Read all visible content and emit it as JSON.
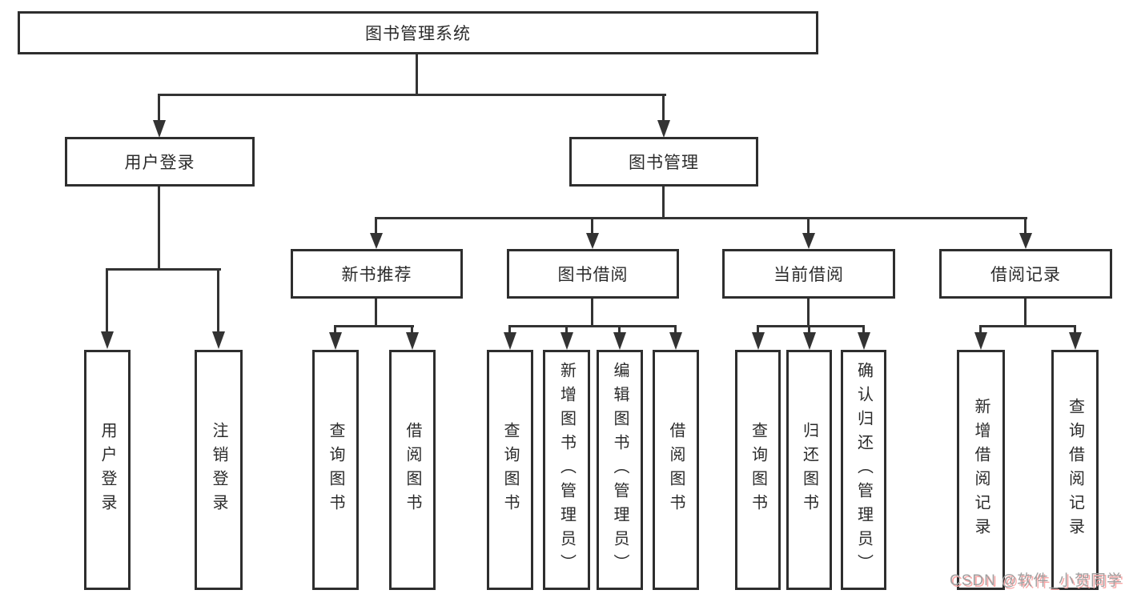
{
  "diagram": {
    "root": "图书管理系统",
    "level2": {
      "user_login": "用户登录",
      "book_management": "图书管理"
    },
    "level3": {
      "new_book_recommend": "新书推荐",
      "book_borrowing": "图书借阅",
      "current_borrowing": "当前借阅",
      "borrowing_records": "借阅记录"
    },
    "leaves": {
      "user_login": [
        "用户登录",
        "注销登录"
      ],
      "new_book_recommend": [
        "查询图书",
        "借阅图书"
      ],
      "book_borrowing": [
        "查询图书",
        "新增图书（管理员）",
        "编辑图书（管理员）",
        "借阅图书"
      ],
      "current_borrowing": [
        "查询图书",
        "归还图书",
        "确认归还（管理员）"
      ],
      "borrowing_records": [
        "新增借阅记录",
        "查询借阅记录"
      ]
    }
  },
  "watermark": "CSDN @软件_小贺同学",
  "colors": {
    "line": "#333333",
    "box_border": "#2e2e2e",
    "text": "#2b2b2b",
    "watermark_gray": "#a0a0a0",
    "watermark_red": "#f9a8a8"
  }
}
